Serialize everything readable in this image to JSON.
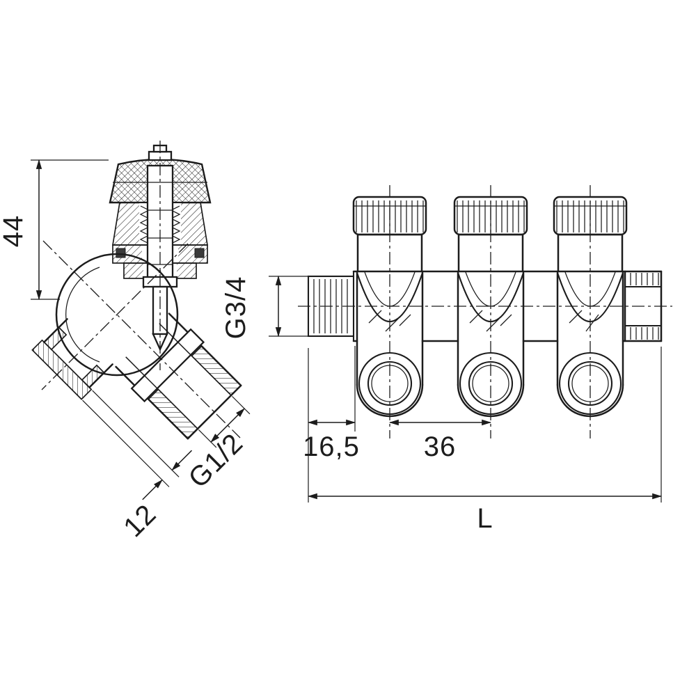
{
  "drawing": {
    "dimensions": {
      "valve_height": "44",
      "inlet_thread": "G3/4",
      "outlet_thread": "G1/2",
      "plug_length": "12",
      "end_to_first_port": "16,5",
      "port_spacing": "36",
      "overall_length": "L"
    }
  }
}
